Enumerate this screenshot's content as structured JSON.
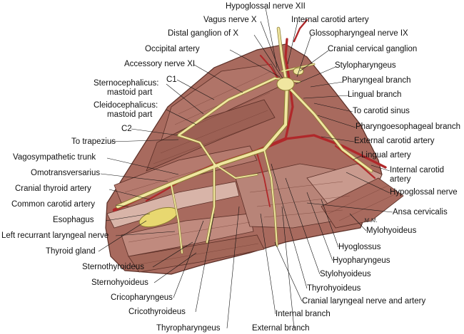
{
  "signature": "M.M.",
  "labels": {
    "hypoglossal_xii": "Hypoglossal nerve XII",
    "vagus_x": "Vagus nerve X",
    "internal_carotid_top": "Internal carotid artery",
    "distal_ganglion": "Distal ganglion of X",
    "glossopharyngeal_ix": "Glossopharyngeal nerve IX",
    "occipital_artery": "Occipital artery",
    "cranial_cervical_ganglion": "Cranial cervical ganglion",
    "accessory_xi": "Accessory nerve XI",
    "stylopharyngeus": "Stylopharyngeus",
    "pharyngeal_branch": "Pharyngeal branch",
    "sternocephalicus_1": "Sternocephalicus:",
    "sternocephalicus_2": "mastoid part",
    "c1": "C1",
    "lingual_branch": "Lingual branch",
    "cleidocephalicus_1": "Cleidocephalicus:",
    "cleidocephalicus_2": "mastoid part",
    "to_carotid_sinus": "To carotid sinus",
    "pharyngoesophageal": "Pharyngoesophageal branch",
    "c2": "C2",
    "external_carotid": "External carotid artery",
    "to_trapezius": "To trapezius",
    "lingual_artery": "Lingual artery",
    "vagosympathetic": "Vagosympathetic trunk",
    "internal_carotid_right_1": "Internal carotid",
    "internal_carotid_right_2": "artery",
    "omotransversarius": "Omotransversarius",
    "cranial_thyroid": "Cranial thyroid artery",
    "hypoglossal_nerve": "Hypoglossal nerve",
    "common_carotid": "Common carotid artery",
    "ansa_cervicalis": "Ansa cervicalis",
    "esophagus": "Esophagus",
    "mylohyoideus": "Mylohyoideus",
    "left_recurrent": "Left recurrant laryngeal nerve",
    "hyoglossus": "Hyoglossus",
    "thyroid_gland": "Thyroid gland",
    "hyopharyngeus": "Hyopharyngeus",
    "sternothyroideus": "Sternothyroideus",
    "stylohyoideus": "Stylohyoideus",
    "sternohyoideus": "Sternohyoideus",
    "thyrohyoideus": "Thyrohyoideus",
    "cranial_laryngeal": "Cranial laryngeal nerve and artery",
    "cricopharyngeus": "Cricopharyngeus",
    "cricothyroideus": "Cricothyroideus",
    "internal_branch": "Internal branch",
    "thyropharyngeus": "Thyropharyngeus",
    "external_branch": "External branch"
  },
  "colors": {
    "muscle": "#a86a5e",
    "muscle_dark": "#7a4438",
    "muscle_light": "#c99a8e",
    "nerve": "#f0e6a0",
    "nerve_edge": "#8a7a30",
    "artery": "#b0282a",
    "gland": "#e8d870",
    "leader": "#111111"
  }
}
